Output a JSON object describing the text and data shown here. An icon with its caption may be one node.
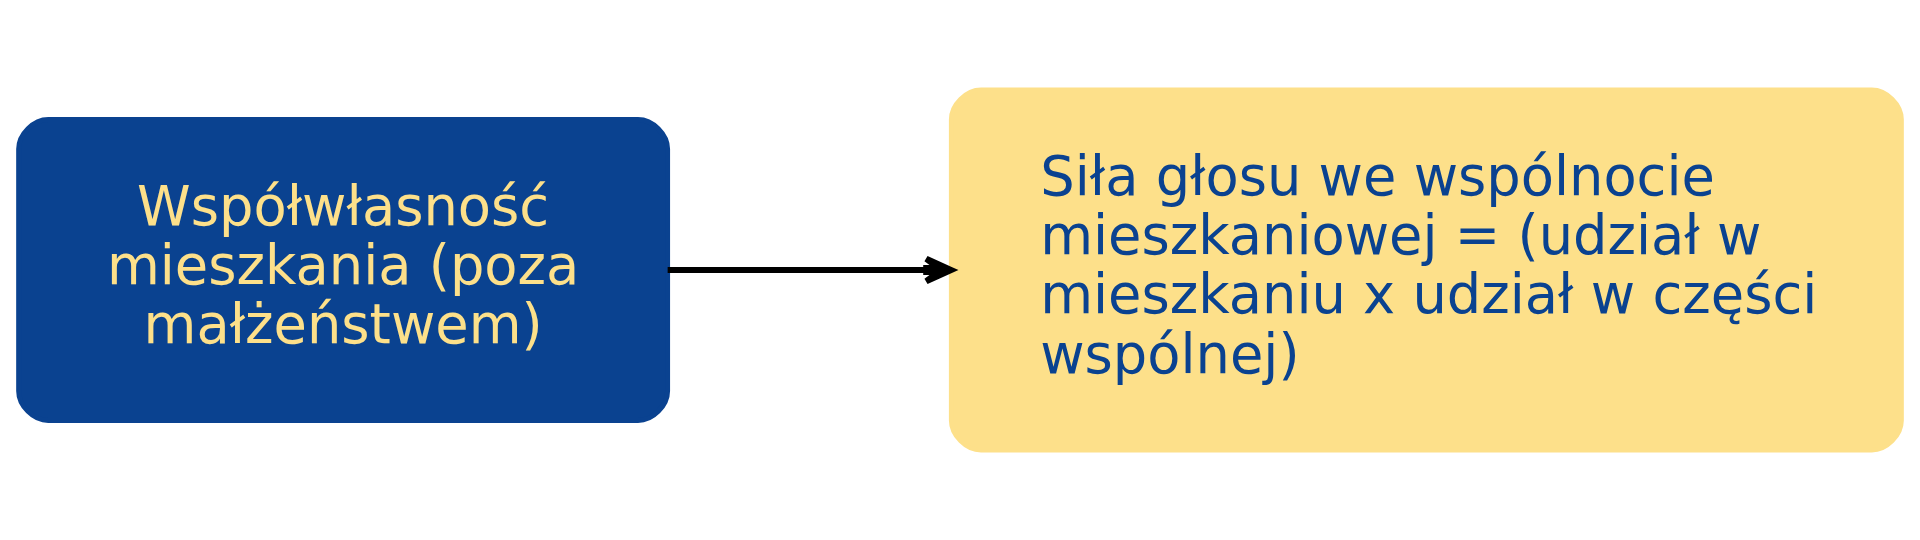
{
  "diagram": {
    "nodes": [
      {
        "text": [
          "Współwłasność mieszkania (poza małżeństwem)"
        ]
      },
      {
        "text": [
          "Siła głosu we wspólnocie mieszkaniowej = (udział w mieszkaniu x udział w części wspólnej)"
        ]
      }
    ],
    "edges": [
      {
        "from": 0,
        "to": 1,
        "arrow": "to"
      }
    ]
  }
}
